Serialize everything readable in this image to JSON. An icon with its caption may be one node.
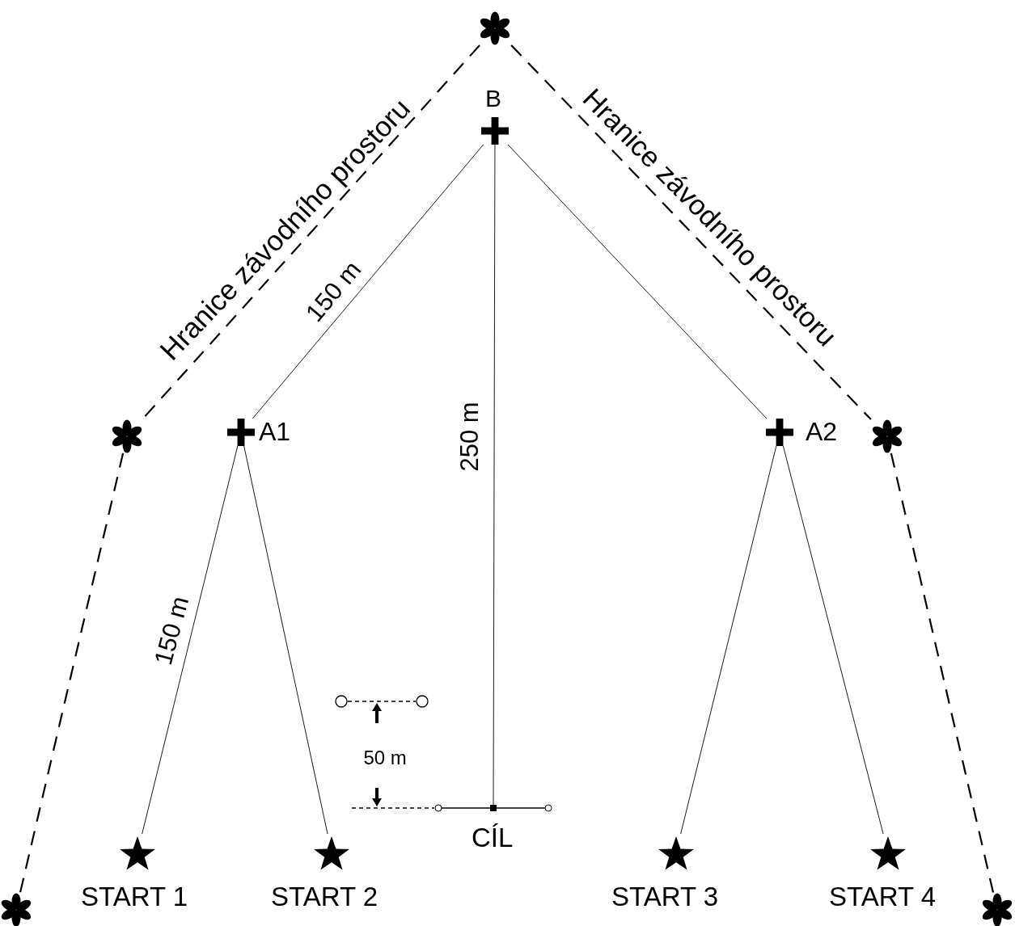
{
  "diagram": {
    "nodes": [
      {
        "text": [],
        "shape": "asterisk"
      },
      {
        "text": [],
        "shape": "asterisk"
      },
      {
        "text": [],
        "shape": "asterisk"
      },
      {
        "text": [],
        "shape": "asterisk"
      },
      {
        "text": [],
        "shape": "asterisk"
      },
      {
        "text": [],
        "shape": "cross",
        "beside": [
          "B"
        ]
      },
      {
        "text": [],
        "shape": "cross",
        "beside": [
          "A1"
        ]
      },
      {
        "text": [],
        "shape": "cross",
        "beside": [
          "A2"
        ]
      },
      {
        "text": [],
        "shape": "star",
        "beside": [
          "START 1"
        ]
      },
      {
        "text": [],
        "shape": "star",
        "beside": [
          "START 2"
        ]
      },
      {
        "text": [],
        "shape": "star",
        "beside": [
          "START 3"
        ]
      },
      {
        "text": [],
        "shape": "star",
        "beside": [
          "START 4"
        ]
      },
      {
        "text": [],
        "shape": "box",
        "beside": [
          "CÍL"
        ]
      }
    ],
    "edges": [
      {
        "from": 0,
        "to": 1,
        "arrow": "none",
        "style": "dashed",
        "label": "Hranice závodního prostoru"
      },
      {
        "from": 0,
        "to": 2,
        "arrow": "none",
        "style": "dashed",
        "label": "Hranice závodního prostoru"
      },
      {
        "from": 1,
        "to": 3,
        "arrow": "none",
        "style": "dashed"
      },
      {
        "from": 2,
        "to": 4,
        "arrow": "none",
        "style": "dashed"
      },
      {
        "from": 5,
        "to": 6,
        "arrow": "none",
        "label": "150 m"
      },
      {
        "from": 5,
        "to": 7,
        "arrow": "none"
      },
      {
        "from": 5,
        "to": 12,
        "arrow": "none",
        "label": "250 m"
      },
      {
        "from": 6,
        "to": 8,
        "arrow": "none",
        "label": "150 m"
      },
      {
        "from": 6,
        "to": 9,
        "arrow": "none"
      },
      {
        "from": 7,
        "to": 10,
        "arrow": "none"
      },
      {
        "from": 7,
        "to": 11,
        "arrow": "none"
      }
    ],
    "labels": [
      "50 m"
    ]
  }
}
